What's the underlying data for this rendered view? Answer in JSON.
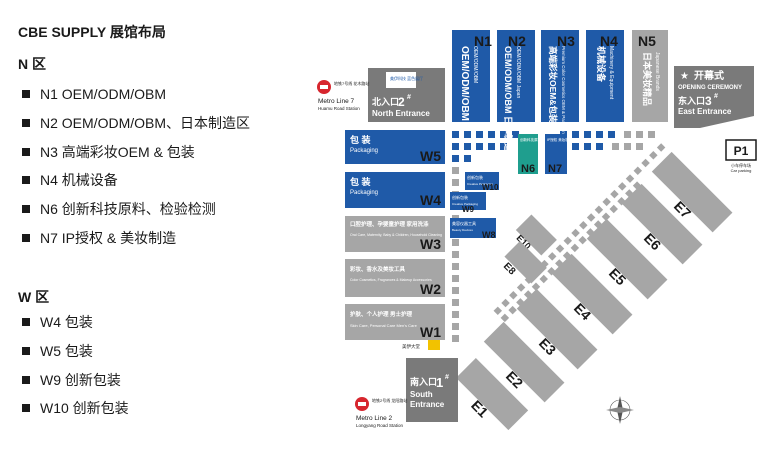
{
  "legend": {
    "title": "CBE SUPPLY 展馆布局",
    "n_zone": {
      "label": "N 区",
      "items": [
        "N1 OEM/ODM/OBM",
        "N2 OEM/ODM/OBM、日本制造区",
        "N3 高端彩妆OEM & 包装",
        "N4 机械设备",
        "N6 创新科技原料、检验检测",
        "N7 IP授权 & 美妆制造"
      ]
    },
    "w_zone": {
      "label": "W 区",
      "items": [
        "W4 包装",
        "W5 包装",
        "W9 创新包装",
        "W10 创新包装"
      ]
    }
  },
  "map": {
    "colors": {
      "blue": "#1f5aa8",
      "gray": "#a6a6a6",
      "dark_gray": "#7a7a7a",
      "teal": "#1f9e8e",
      "yellow": "#f2c200",
      "red": "#d7262e",
      "map_bg": "#ffffff"
    },
    "north_halls": [
      {
        "code": "N1",
        "text": "OEM/ODM/OBM",
        "sub": "OEM/ODM/OBM"
      },
      {
        "code": "N2",
        "text": "OEM/ODM/OBM 日本制造区",
        "sub": "OEM/ODM/OBM Japan"
      },
      {
        "code": "N3",
        "text": "高端彩妆OEM&包装",
        "sub": "Premium Color Cosmetics OEM & Packaging"
      },
      {
        "code": "N4",
        "text": "机械设备",
        "sub": "Machinery & Equipment"
      },
      {
        "code": "N5",
        "text": "日本美妆精品",
        "sub": "Japanese Brands"
      }
    ],
    "west_halls": [
      {
        "code": "W5",
        "cn": "包 装",
        "en": "Packaging"
      },
      {
        "code": "W4",
        "cn": "包 装",
        "en": "Packaging"
      },
      {
        "code": "W3",
        "cn": "口腔护理、孕婴童护理 家用洗涤",
        "en": "Oral Care, Maternity, Baby & Children, Household Cleaning"
      },
      {
        "code": "W2",
        "cn": "彩妆、香水及美妆工具",
        "en": "Color Cosmetics, Fragrances & Makeup Accessories"
      },
      {
        "code": "W1",
        "cn": "护肤、个人护理 男士护理",
        "en": "Skin Care, Personal Care Men's Care"
      }
    ],
    "small_halls": [
      {
        "code": "W10",
        "text": "创新包装",
        "sub": "Creative Packaging"
      },
      {
        "code": "W9",
        "text": "创新包装",
        "sub": "Creative Packaging"
      },
      {
        "code": "W8",
        "text": "美容仪器工具",
        "sub": "Beauty Devices"
      },
      {
        "code": "N6",
        "text": "创新科技原料 检验检测"
      },
      {
        "code": "N7",
        "text": "IP授权 美妆制造"
      }
    ],
    "east_halls": [
      "E1",
      "E2",
      "E3",
      "E4",
      "E5",
      "E6",
      "E7",
      "E8",
      "E10"
    ],
    "entrances": {
      "north": {
        "cn": "北入口",
        "num": "2",
        "sup": "#",
        "en": "North Entrance"
      },
      "east": {
        "cn": "东入口",
        "num": "3",
        "sup": "#",
        "en": "East Entrance"
      },
      "south": {
        "cn": "南入口",
        "num": "1",
        "sup": "#",
        "en": "South Entrance"
      },
      "ceremony_cn": "开幕式",
      "ceremony_en": "OPENING CEREMONY"
    },
    "metro": {
      "line7": {
        "cn": "地铁7号线 花木路站",
        "line": "Metro Line 7",
        "station": "Huamu Road Station"
      },
      "line2": {
        "cn": "地铁2号线 龙阳路站",
        "line": "Metro Line 2",
        "station": "Longyang Road Station"
      }
    },
    "parking": {
      "code": "P1",
      "label": "小车停车场",
      "en": "Car parking"
    },
    "gallery_label": "美伊科技 蓝色展厅",
    "yellow_label": "美伊大堂"
  }
}
